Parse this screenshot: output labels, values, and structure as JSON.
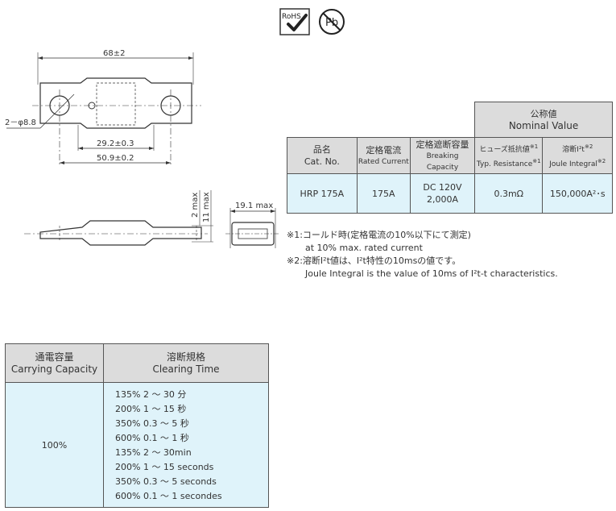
{
  "badges": {
    "rohs": "RoHS",
    "pb": "Pb"
  },
  "drawing": {
    "overall_length": "68±2",
    "hole_spec": "2－φ8.8",
    "center_width": "29.2±0.3",
    "mount_pitch": "50.9±0.2",
    "thickness_max": "2 max",
    "height_max": "11 max",
    "width_max": "19.1 max"
  },
  "spec_table": {
    "nominal_jp": "公称値",
    "nominal_en": "Nominal Value",
    "headers": [
      {
        "jp": "品名",
        "en": "Cat. No."
      },
      {
        "jp": "定格電流",
        "en": "Rated Current"
      },
      {
        "jp": "定格遮断容量",
        "en": "Breaking Capacity"
      },
      {
        "jp": "ヒューズ抵抗値",
        "en": "Typ. Resistance",
        "mark": "※1"
      },
      {
        "jp": "溶断I²t",
        "en": "Joule Integral",
        "mark": "※2"
      }
    ],
    "row": {
      "cat_no": "HRP 175A",
      "rated_current": "175A",
      "breaking_1": "DC 120V",
      "breaking_2": "2,000A",
      "resistance": "0.3mΩ",
      "joule": "150,000A²･s"
    }
  },
  "notes": [
    "※1:コールド時(定格電流の10%以下にて測定)",
    "at 10% max. rated current",
    "※2:溶断I²t値は、I²t特性の10msの値です。",
    "Joule Integral is the value of 10ms of I²t-t characteristics."
  ],
  "clearing_table": {
    "h1_jp": "通電容量",
    "h1_en": "Carrying Capacity",
    "h2_jp": "溶断規格",
    "h2_en": "Clearing Time",
    "capacity": "100%",
    "times": [
      "135% 2 ～ 30 分",
      "200% 1 ～ 15 秒",
      "350% 0.3 ～ 5 秒",
      "600% 0.1 ～ 1 秒",
      "135% 2 ～ 30min",
      "200% 1 ～ 15 seconds",
      "350%  0.3 ～ 5 seconds",
      "600% 0.1 ～ 1 secondes"
    ]
  }
}
